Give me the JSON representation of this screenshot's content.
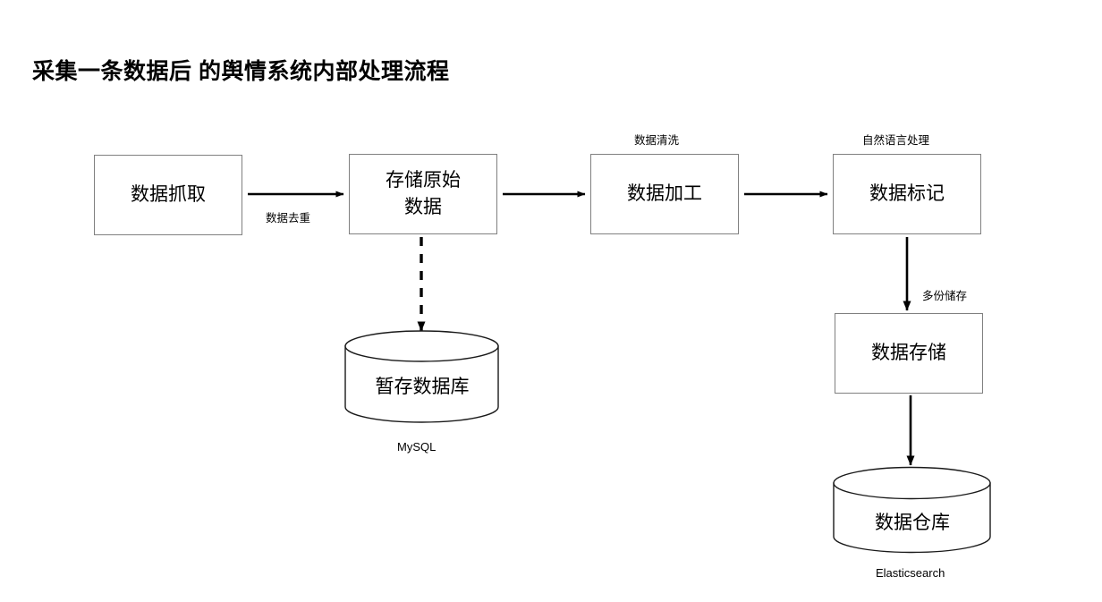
{
  "page": {
    "title": "采集一条数据后 的舆情系统内部处理流程",
    "background_color": "#ffffff",
    "box_border_color": "#808080",
    "line_color": "#000000"
  },
  "nodes": {
    "capture": {
      "label": "数据抓取",
      "shape": "rect"
    },
    "store_raw": {
      "label": "存储原始\n数据",
      "shape": "rect"
    },
    "process": {
      "label": "数据加工",
      "shape": "rect",
      "caption": "数据清洗"
    },
    "tag": {
      "label": "数据标记",
      "shape": "rect",
      "caption": "自然语言处理"
    },
    "storage": {
      "label": "数据存储",
      "shape": "rect"
    },
    "temp_db": {
      "label": "暂存数据库",
      "shape": "cylinder",
      "caption": "MySQL"
    },
    "warehouse": {
      "label": "数据仓库",
      "shape": "cylinder",
      "caption": "Elasticsearch"
    }
  },
  "edges": {
    "capture_to_store": {
      "label": "数据去重",
      "style": "solid"
    },
    "store_to_process": {
      "label": "",
      "style": "solid"
    },
    "process_to_tag": {
      "label": "",
      "style": "solid"
    },
    "store_to_tempdb": {
      "label": "",
      "style": "dashed"
    },
    "tag_to_storage": {
      "label": "多份储存",
      "style": "solid"
    },
    "storage_to_warehouse": {
      "label": "",
      "style": "solid"
    }
  }
}
